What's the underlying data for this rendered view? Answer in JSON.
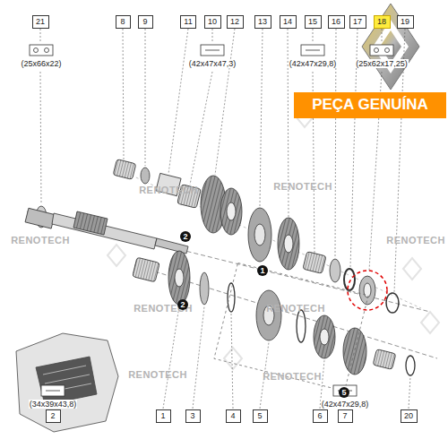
{
  "diagram": {
    "nodes": [
      {
        "text": [
          "21"
        ]
      },
      {
        "text": [
          "8"
        ]
      },
      {
        "text": [
          "9"
        ]
      },
      {
        "text": [
          "11"
        ]
      },
      {
        "text": [
          "10"
        ]
      },
      {
        "text": [
          "12"
        ]
      },
      {
        "text": [
          "13"
        ]
      },
      {
        "text": [
          "14"
        ]
      },
      {
        "text": [
          "15"
        ]
      },
      {
        "text": [
          "16"
        ]
      },
      {
        "text": [
          "17"
        ]
      },
      {
        "text": [
          "18"
        ]
      },
      {
        "text": [
          "19"
        ]
      },
      {
        "text": [
          "PEÇA GENUÍNA"
        ]
      },
      {
        "text": [
          "2"
        ]
      },
      {
        "text": [
          "1"
        ]
      },
      {
        "text": [
          "3"
        ]
      },
      {
        "text": [
          "4"
        ]
      },
      {
        "text": [
          "5"
        ]
      },
      {
        "text": [
          "6"
        ]
      },
      {
        "text": [
          "7"
        ]
      },
      {
        "text": [
          "20"
        ]
      }
    ],
    "labels": [
      "(25x66x22)",
      "(42x47x47,3)",
      "(42x47x29,8)",
      "(25x62x17,25)",
      "RENOTECH",
      "RENOTECH",
      "RENOTECH",
      "RENOTECH",
      "RENOTECH",
      "RENOTECH",
      "RENOTECH",
      "RENOTECH",
      "2",
      "1",
      "2",
      "5",
      "(34x39x43,8)",
      "(42x47x29,8)"
    ]
  }
}
